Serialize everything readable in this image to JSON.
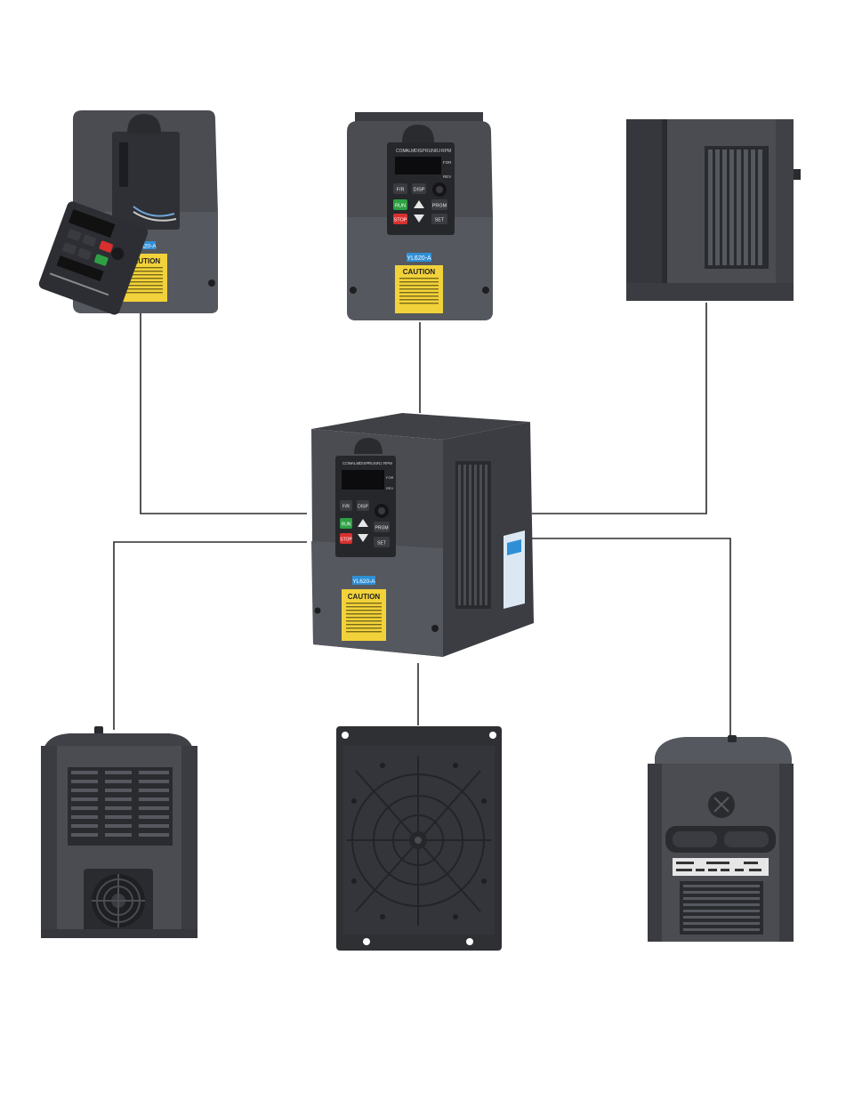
{
  "image": {
    "subject": "variable frequency drive product views",
    "colors": {
      "background": "#ffffff",
      "housing": "#4a4c52",
      "housing_dark": "#35373c",
      "housing_light": "#5d6067",
      "keypad": "#26272b",
      "connector": "#2b2b2b",
      "caution_label": "#f2d23a",
      "model_badge": "#2f8fd6",
      "run_button": "#2ea043",
      "stop_button": "#d8302f"
    }
  },
  "device": {
    "model": "YL620-A",
    "caution_title": "CAUTION",
    "indicators": [
      "COM",
      "ALM",
      "DISP",
      "RUN",
      "RJ",
      "RPM"
    ],
    "fwd_label": "FOR",
    "rev_label": "REV",
    "buttons": {
      "fr": "F/R",
      "disp": "DISP",
      "run": "RUN",
      "prgm": "PRGM",
      "stop": "STOP",
      "set": "SET"
    }
  },
  "views": {
    "top_left": "detached-keypad-view",
    "top_center": "front-view",
    "top_right": "side-view",
    "center": "three-quarter-view",
    "bottom_left": "bottom-fan-view",
    "bottom_center": "back-mounting-plate-view",
    "bottom_right": "top-terminal-view"
  }
}
